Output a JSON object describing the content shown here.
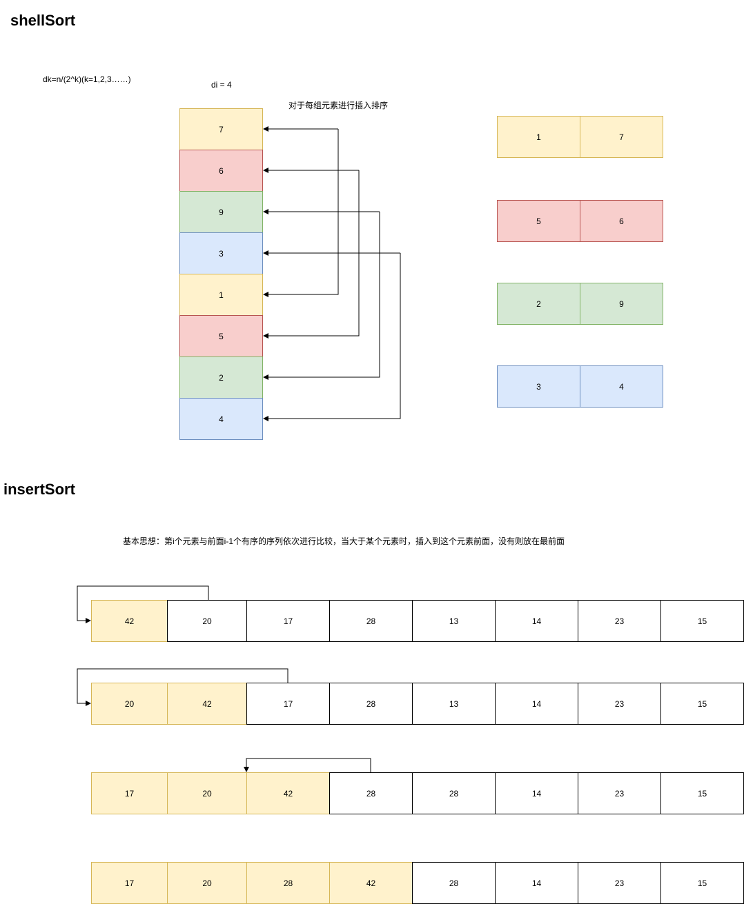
{
  "shell": {
    "title": "shellSort",
    "formula": "dk=n/(2^k)(k=1,2,3……)",
    "gap": "di = 4",
    "caption": "对于每组元素进行插入排序",
    "column": [
      "7",
      "6",
      "9",
      "3",
      "1",
      "5",
      "2",
      "4"
    ],
    "column_colors": [
      "yellow",
      "red",
      "green",
      "blue",
      "yellow",
      "red",
      "green",
      "blue"
    ],
    "groups": [
      {
        "color": "yellow",
        "values": [
          "1",
          "7"
        ]
      },
      {
        "color": "red",
        "values": [
          "5",
          "6"
        ]
      },
      {
        "color": "green",
        "values": [
          "2",
          "9"
        ]
      },
      {
        "color": "blue",
        "values": [
          "3",
          "4"
        ]
      }
    ]
  },
  "insert": {
    "title": "insertSort",
    "caption": "基本思想：第i个元素与前面i-1个有序的序列依次进行比较，当大于某个元素时，插入到这个元素前面，没有则放在最前面",
    "rows": [
      {
        "values": [
          "42",
          "20",
          "17",
          "28",
          "13",
          "14",
          "23",
          "15"
        ],
        "sorted": 1
      },
      {
        "values": [
          "20",
          "42",
          "17",
          "28",
          "13",
          "14",
          "23",
          "15"
        ],
        "sorted": 2
      },
      {
        "values": [
          "17",
          "20",
          "42",
          "28",
          "28",
          "14",
          "23",
          "15"
        ],
        "sorted": 3
      },
      {
        "values": [
          "17",
          "20",
          "28",
          "42",
          "28",
          "14",
          "23",
          "15"
        ],
        "sorted": 4
      }
    ]
  },
  "colors": {
    "yellow_fill": "#fff2cc",
    "red_fill": "#f8cecc",
    "green_fill": "#d5e8d4",
    "blue_fill": "#dae8fc"
  }
}
